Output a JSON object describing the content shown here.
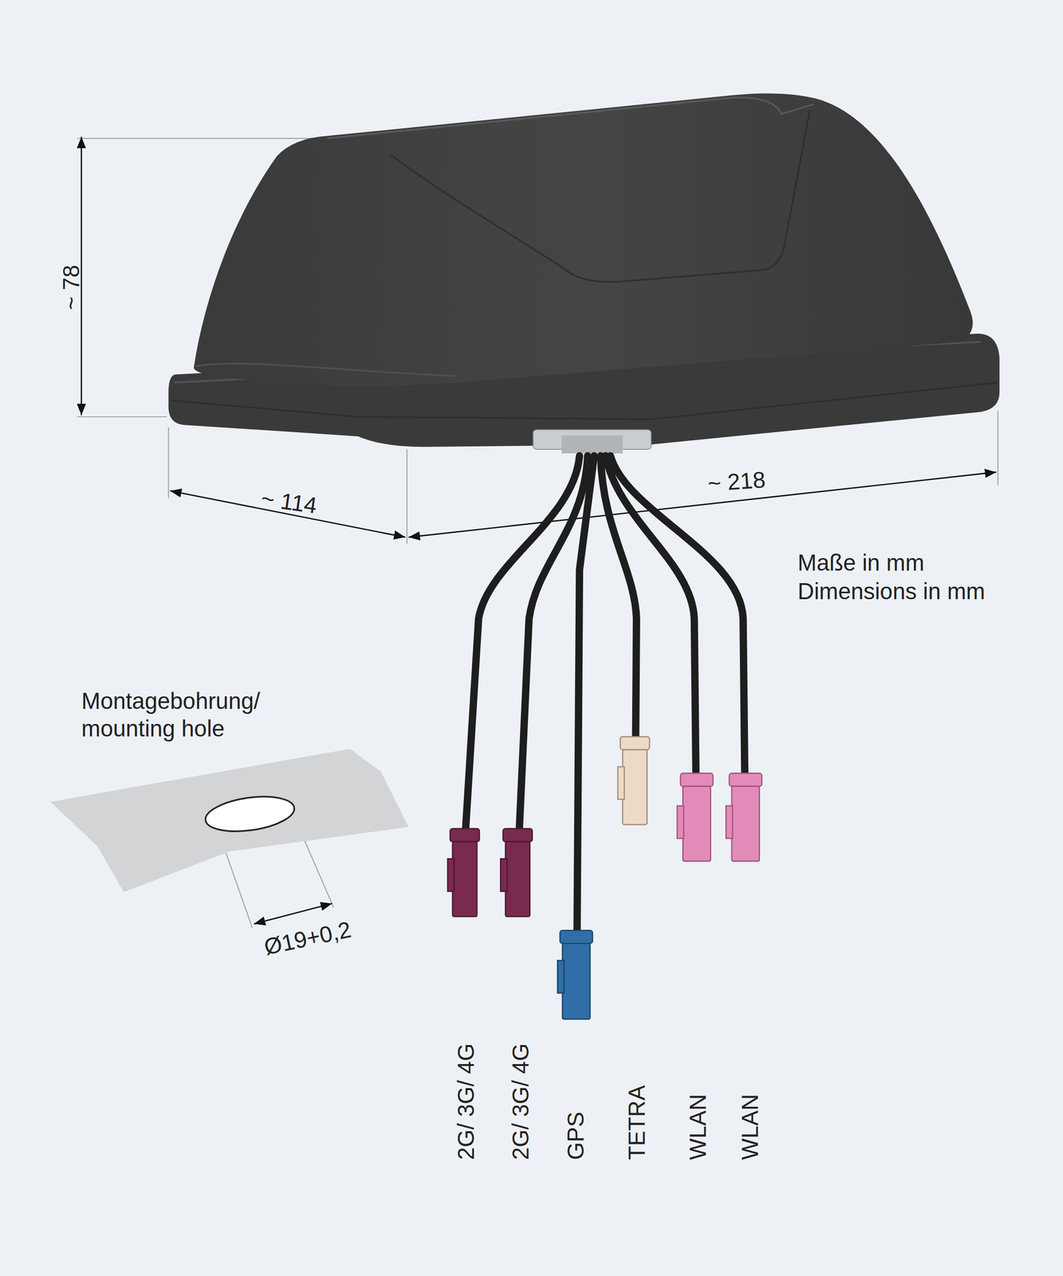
{
  "diagram": {
    "labels": [
      "~ 78",
      "~ 114",
      "~ 218",
      "Maße in mm",
      "Dimensions in mm",
      "Montagebohrung/ mounting hole",
      "Ø19+0,2",
      "2G/ 3G/ 4G",
      "2G/ 3G/ 4G",
      "GPS",
      "TETRA",
      "WLAN",
      "WLAN"
    ]
  }
}
